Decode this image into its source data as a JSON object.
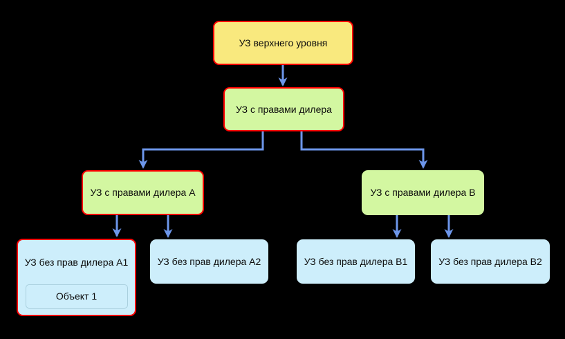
{
  "diagram": {
    "type": "hierarchy-tree",
    "colors": {
      "background": "#000000",
      "root_fill": "#f9e97e",
      "dealer_fill": "#d3f7a1",
      "leaf_fill": "#cdeefb",
      "highlight_border": "#ff0000",
      "arrow": "#6d96ea",
      "object_border": "#a9cfdd",
      "text": "#0c0c0c"
    },
    "nodes": {
      "root": {
        "label": "УЗ верхнего уровня",
        "highlighted": true
      },
      "dealer": {
        "label": "УЗ с правами дилера",
        "highlighted": true
      },
      "dealer_a": {
        "label": "УЗ с правами дилера A",
        "highlighted": true
      },
      "dealer_b": {
        "label": "УЗ с правами дилера B",
        "highlighted": false
      },
      "leaf_a1": {
        "label": "УЗ без прав дилера A1",
        "highlighted": true
      },
      "leaf_a2": {
        "label": "УЗ без прав дилера A2",
        "highlighted": false
      },
      "leaf_b1": {
        "label": "УЗ без прав дилера B1",
        "highlighted": false
      },
      "leaf_b2": {
        "label": "УЗ без прав дилера B2",
        "highlighted": false
      },
      "object1": {
        "label": "Объект 1"
      }
    },
    "edges": [
      {
        "from": "root",
        "to": "dealer"
      },
      {
        "from": "dealer",
        "to": "dealer_a"
      },
      {
        "from": "dealer",
        "to": "dealer_b"
      },
      {
        "from": "dealer_a",
        "to": "leaf_a1"
      },
      {
        "from": "dealer_a",
        "to": "leaf_a2"
      },
      {
        "from": "dealer_b",
        "to": "leaf_b1"
      },
      {
        "from": "dealer_b",
        "to": "leaf_b2"
      }
    ]
  }
}
